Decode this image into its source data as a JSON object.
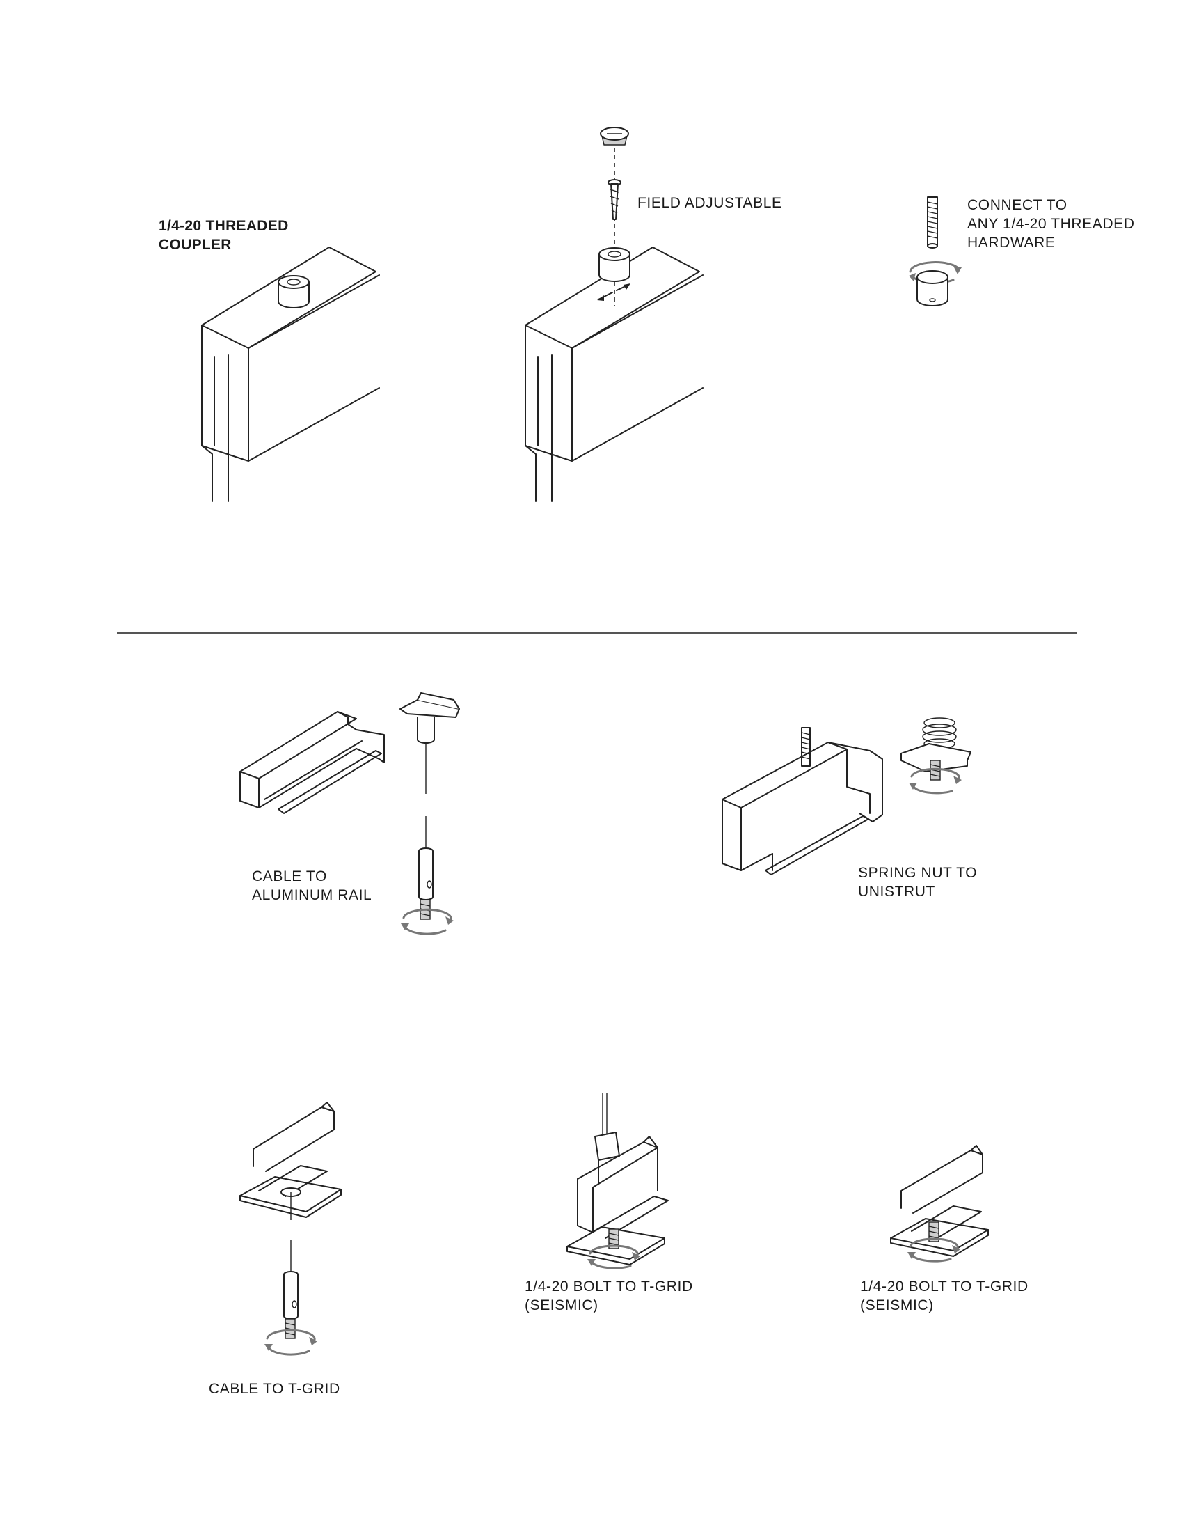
{
  "diagrams": {
    "threaded_coupler": {
      "label_lines": [
        "1/4-20 THREADED",
        "COUPLER"
      ]
    },
    "field_adjustable": {
      "label": "FIELD ADJUSTABLE"
    },
    "connect_to": {
      "label_lines": [
        "CONNECT TO",
        "ANY 1/4-20 THREADED",
        "HARDWARE"
      ]
    },
    "cable_to_aluminum_rail": {
      "label_lines": [
        "CABLE TO",
        "ALUMINUM RAIL"
      ]
    },
    "spring_nut_to_unistrut": {
      "label_lines": [
        "SPRING NUT TO",
        "UNISTRUT"
      ]
    },
    "cable_to_t_grid": {
      "label": "CABLE TO T-GRID"
    },
    "bolt_to_t_grid_seismic_a": {
      "label_lines": [
        "1/4-20 BOLT TO T-GRID",
        "(SEISMIC)"
      ]
    },
    "bolt_to_t_grid_seismic_b": {
      "label_lines": [
        "1/4-20 BOLT TO T-GRID",
        "(SEISMIC)"
      ]
    }
  },
  "colors": {
    "line": "#222222",
    "rotation_arrow": "#777777",
    "rule": "#555555",
    "background": "#ffffff"
  }
}
